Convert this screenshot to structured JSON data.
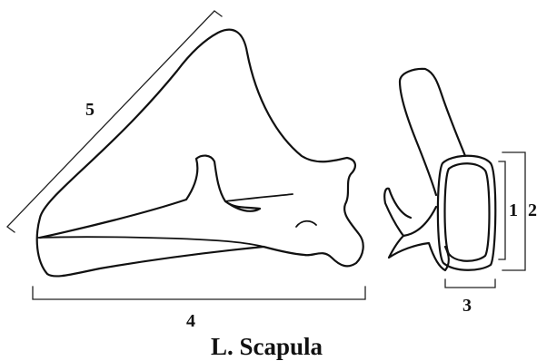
{
  "caption": "L. Scapula",
  "measurements": {
    "m1": "1",
    "m2": "2",
    "m3": "3",
    "m4": "4",
    "m5": "5"
  }
}
